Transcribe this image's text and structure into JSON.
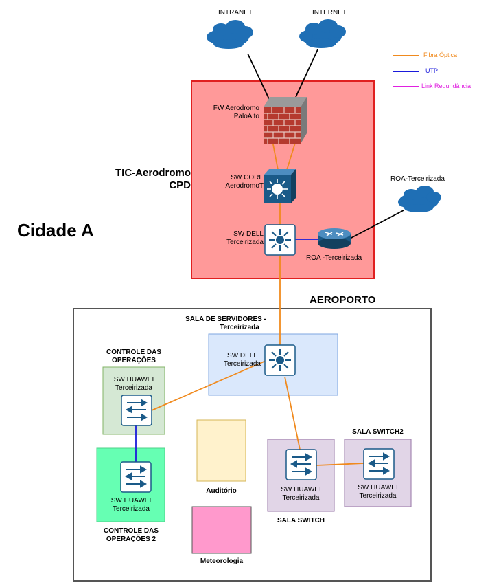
{
  "city_title": "Cidade A",
  "legend": [
    {
      "label": "Fibra Óptica",
      "color": "#f08a1e"
    },
    {
      "label": "UTP",
      "color": "#1a1adb"
    },
    {
      "label": "Link Redundância",
      "color": "#e020e0"
    }
  ],
  "clouds": {
    "intranet": "INTRANET",
    "internet": "INTERNET",
    "roa": "ROA-Terceirizada"
  },
  "cpd": {
    "title_line1": "TIC-Aerodromo",
    "title_line2": "CPD",
    "firewall_line1": "FW Aerodromo",
    "firewall_line2": "PaloAlto",
    "core_line1": "SW CORE",
    "core_line2": "AerodromoT",
    "dell_line1": "SW DELL",
    "dell_line2": "Terceirizada",
    "router_label": "ROA -Terceirizada"
  },
  "airport": {
    "title": "AEROPORTO",
    "server_room_line1": "SALA DE SERVIDORES -",
    "server_room_line2": "Terceirizada",
    "server_dell_line1": "SW DELL",
    "server_dell_line2": "Terceirizada",
    "ctrl_ops_line1": "CONTROLE DAS",
    "ctrl_ops_line2": "OPERAÇÕES",
    "ctrl_ops_sw_line1": "SW HUAWEI",
    "ctrl_ops_sw_line2": "Terceirizada",
    "ctrl_ops2_sw_line1": "SW HUAWEI",
    "ctrl_ops2_sw_line2": "Terceirizada",
    "ctrl_ops2_line1": "CONTROLE DAS",
    "ctrl_ops2_line2": "OPERAÇÕES 2",
    "auditorio": "Auditório",
    "meteorologia": "Meteorologia",
    "switch_room_sw_line1": "SW HUAWEI",
    "switch_room_sw_line2": "Terceirizada",
    "switch_room": "SALA SWITCH",
    "switch_room2": "SALA SWITCH2",
    "switch_room2_sw_line1": "SW HUAWEI",
    "switch_room2_sw_line2": "Terceirizada"
  }
}
